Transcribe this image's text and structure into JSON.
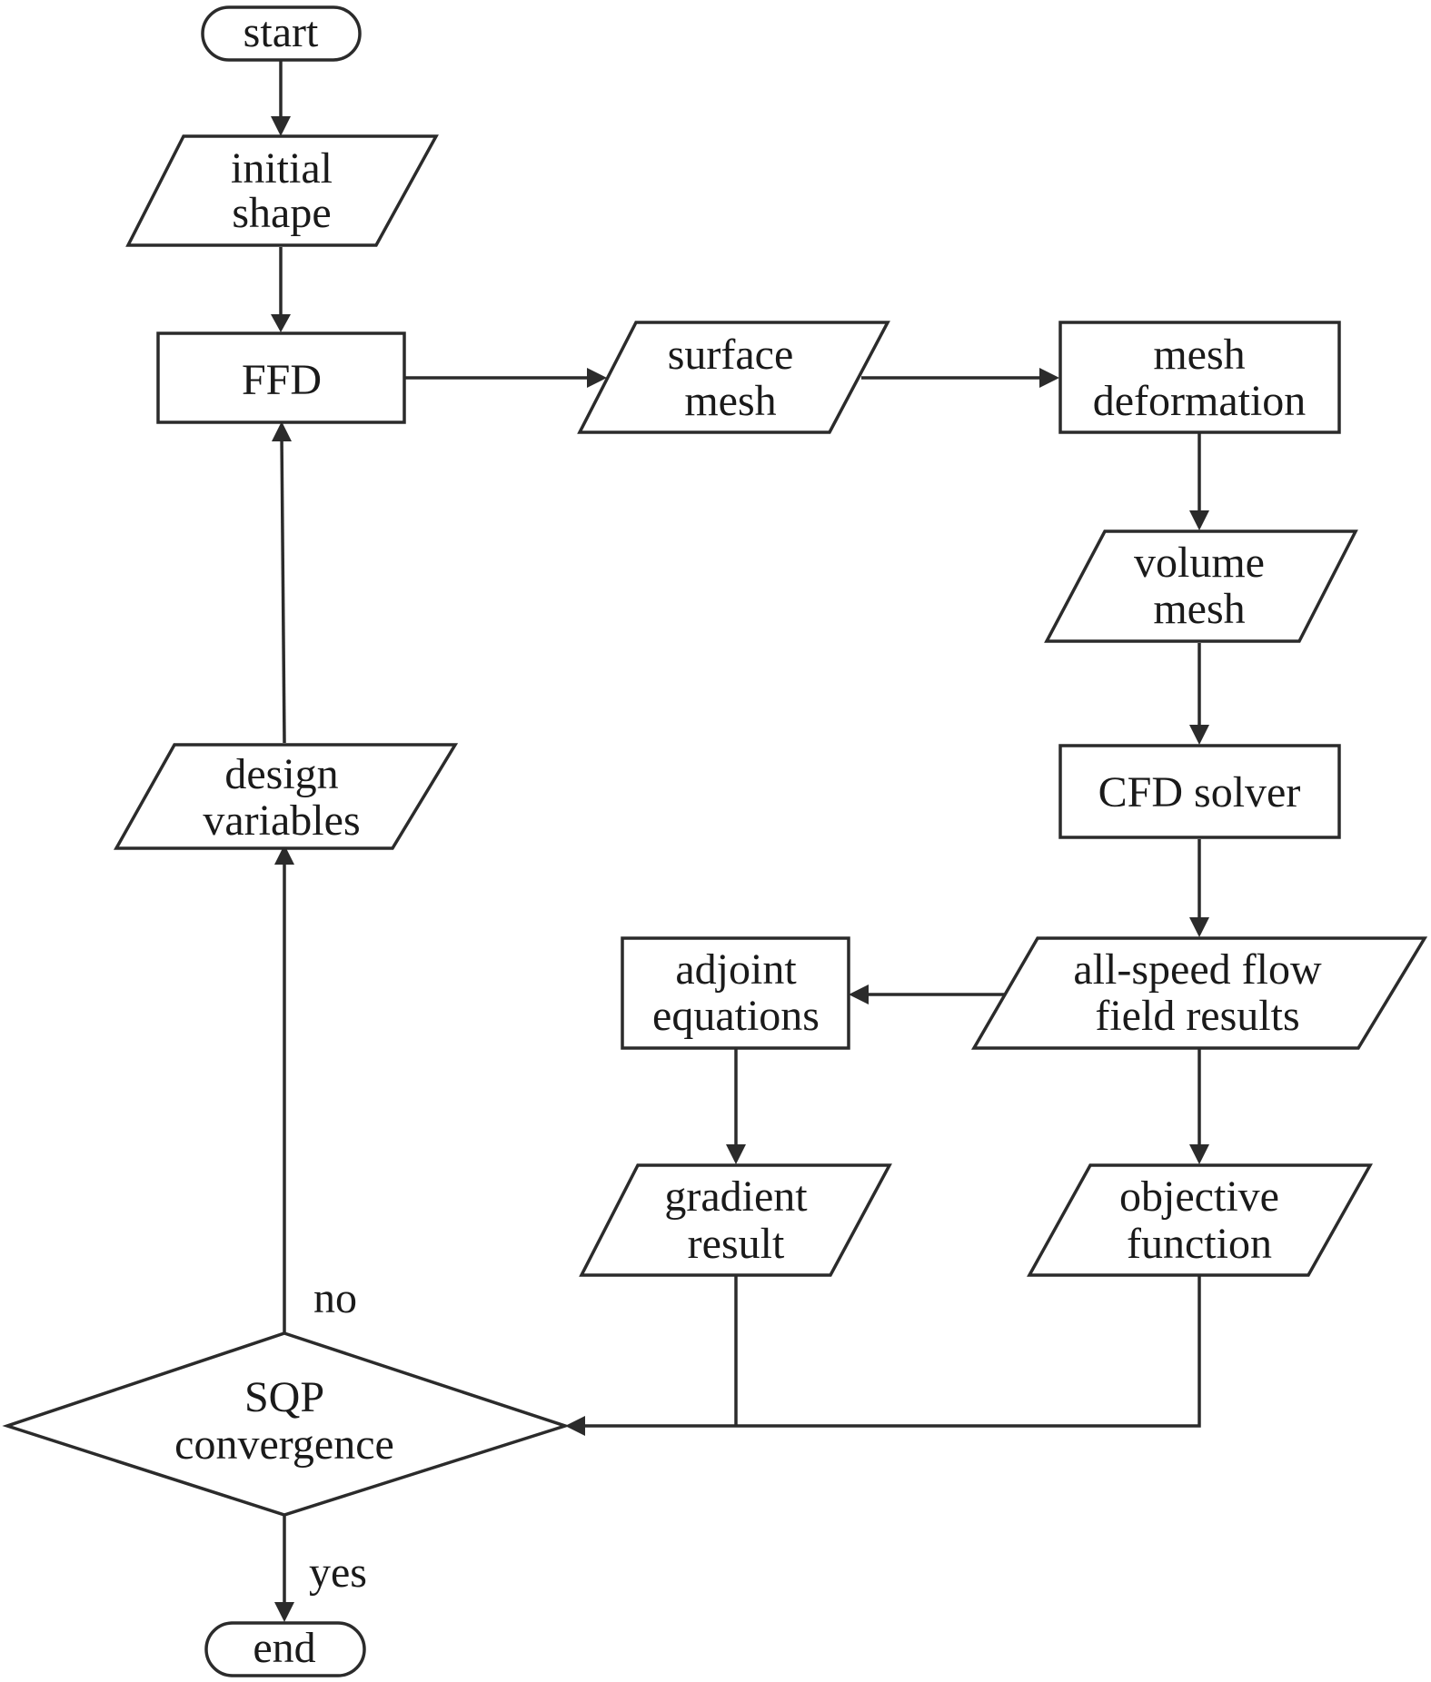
{
  "nodes": {
    "start": "start",
    "initial_shape": [
      "initial",
      "shape"
    ],
    "ffd": "FFD",
    "surface_mesh": [
      "surface",
      "mesh"
    ],
    "mesh_deformation": [
      "mesh",
      "deformation"
    ],
    "volume_mesh": [
      "volume",
      "mesh"
    ],
    "cfd_solver": "CFD solver",
    "flow_field_results": [
      "all-speed flow",
      "field results"
    ],
    "adjoint_equations": [
      "adjoint",
      "equations"
    ],
    "gradient_result": [
      "gradient",
      "result"
    ],
    "objective_function": [
      "objective",
      "function"
    ],
    "sqp_convergence": [
      "SQP",
      "convergence"
    ],
    "design_variables": [
      "design",
      "variables"
    ],
    "end": "end"
  },
  "edge_labels": {
    "no": "no",
    "yes": "yes"
  },
  "colors": {
    "stroke": "#2b2b2b",
    "background": "#ffffff"
  }
}
